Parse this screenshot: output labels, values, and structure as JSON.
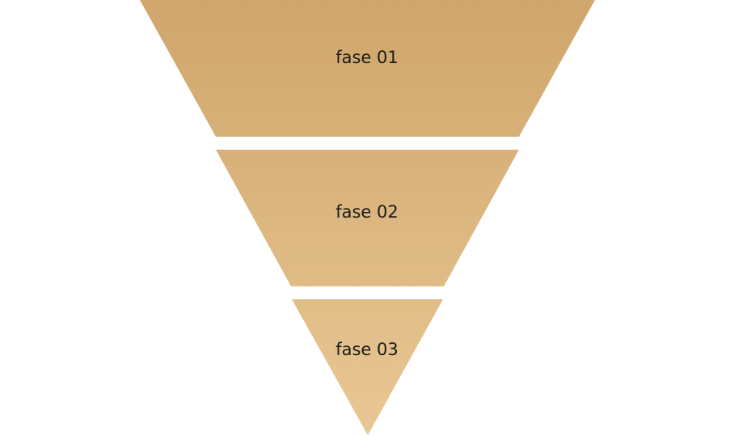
{
  "diagram": {
    "type": "inverted-funnel",
    "stages": [
      {
        "label": "fase 01"
      },
      {
        "label": "fase 02"
      },
      {
        "label": "fase 03"
      }
    ],
    "colors": {
      "top": "#cfa66b",
      "bottom": "#e9c794"
    }
  }
}
